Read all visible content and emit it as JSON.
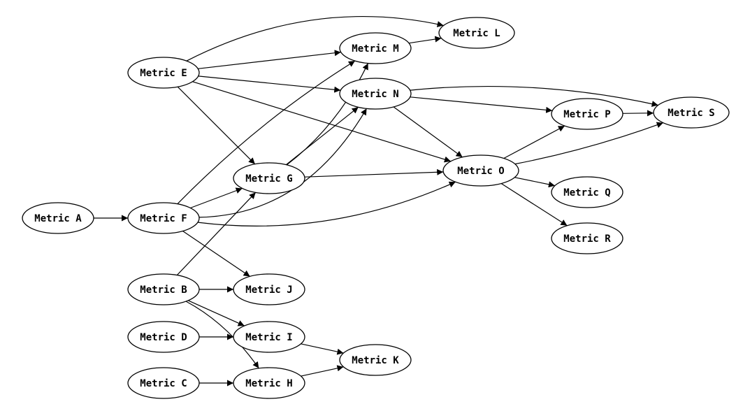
{
  "diagram": {
    "type": "directed-graph",
    "nodes": [
      {
        "id": "A",
        "label": "Metric A"
      },
      {
        "id": "B",
        "label": "Metric B"
      },
      {
        "id": "C",
        "label": "Metric C"
      },
      {
        "id": "D",
        "label": "Metric D"
      },
      {
        "id": "E",
        "label": "Metric E"
      },
      {
        "id": "F",
        "label": "Metric F"
      },
      {
        "id": "G",
        "label": "Metric G"
      },
      {
        "id": "H",
        "label": "Metric H"
      },
      {
        "id": "I",
        "label": "Metric I"
      },
      {
        "id": "J",
        "label": "Metric J"
      },
      {
        "id": "K",
        "label": "Metric K"
      },
      {
        "id": "L",
        "label": "Metric L"
      },
      {
        "id": "M",
        "label": "Metric M"
      },
      {
        "id": "N",
        "label": "Metric N"
      },
      {
        "id": "O",
        "label": "Metric O"
      },
      {
        "id": "P",
        "label": "Metric P"
      },
      {
        "id": "Q",
        "label": "Metric Q"
      },
      {
        "id": "R",
        "label": "Metric R"
      },
      {
        "id": "S",
        "label": "Metric S"
      }
    ],
    "edges": [
      {
        "from": "A",
        "to": "F"
      },
      {
        "from": "F",
        "to": "G"
      },
      {
        "from": "F",
        "to": "M"
      },
      {
        "from": "F",
        "to": "N"
      },
      {
        "from": "F",
        "to": "O"
      },
      {
        "from": "F",
        "to": "J"
      },
      {
        "from": "E",
        "to": "L"
      },
      {
        "from": "E",
        "to": "M"
      },
      {
        "from": "E",
        "to": "N"
      },
      {
        "from": "E",
        "to": "O"
      },
      {
        "from": "E",
        "to": "G"
      },
      {
        "from": "G",
        "to": "M"
      },
      {
        "from": "G",
        "to": "N"
      },
      {
        "from": "G",
        "to": "O"
      },
      {
        "from": "M",
        "to": "L"
      },
      {
        "from": "N",
        "to": "O"
      },
      {
        "from": "N",
        "to": "P"
      },
      {
        "from": "N",
        "to": "S"
      },
      {
        "from": "O",
        "to": "P"
      },
      {
        "from": "O",
        "to": "S"
      },
      {
        "from": "O",
        "to": "Q"
      },
      {
        "from": "O",
        "to": "R"
      },
      {
        "from": "P",
        "to": "S"
      },
      {
        "from": "B",
        "to": "G"
      },
      {
        "from": "B",
        "to": "J"
      },
      {
        "from": "B",
        "to": "I"
      },
      {
        "from": "B",
        "to": "H"
      },
      {
        "from": "D",
        "to": "I"
      },
      {
        "from": "C",
        "to": "H"
      },
      {
        "from": "I",
        "to": "K"
      },
      {
        "from": "H",
        "to": "K"
      }
    ],
    "colors": {
      "stroke": "#000000",
      "fill": "#ffffff",
      "text": "#000000"
    }
  }
}
